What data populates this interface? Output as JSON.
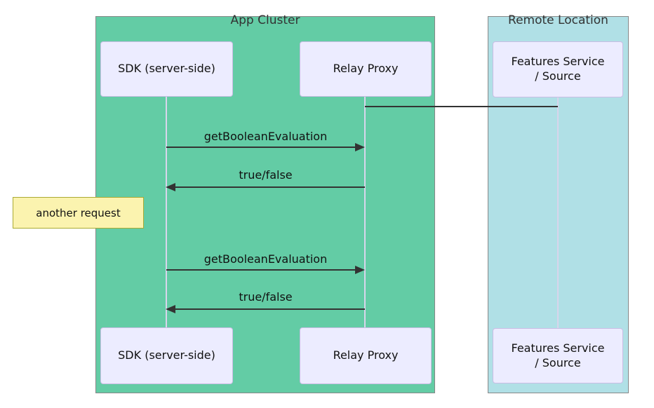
{
  "diagram": {
    "type": "sequence-diagram",
    "clusters": [
      {
        "label": "App Cluster",
        "fill": "#63CCA5",
        "border": "#888888"
      },
      {
        "label": "Remote Location",
        "fill": "#B0E0E6",
        "border": "#888888"
      }
    ],
    "participants": [
      {
        "id": "sdk",
        "label": "SDK (server-side)"
      },
      {
        "id": "relay-proxy",
        "label": "Relay Proxy"
      },
      {
        "id": "features-service",
        "label": "Features Service\n/ Source"
      }
    ],
    "messages": [
      {
        "from": "relay-proxy",
        "to": "features-service",
        "label": "",
        "kind": "connection-line"
      },
      {
        "from": "sdk",
        "to": "relay-proxy",
        "label": "getBooleanEvaluation",
        "kind": "solid-arrow"
      },
      {
        "from": "relay-proxy",
        "to": "sdk",
        "label": "true/false",
        "kind": "solid-arrow"
      },
      {
        "from": "sdk",
        "to": "relay-proxy",
        "label": "getBooleanEvaluation",
        "kind": "solid-arrow"
      },
      {
        "from": "relay-proxy",
        "to": "sdk",
        "label": "true/false",
        "kind": "solid-arrow"
      }
    ],
    "note": {
      "label": "another request",
      "fill": "#FBF3AF",
      "border": "#AAAA33"
    },
    "colors": {
      "canvas_bg": "#FFFFFF",
      "actor_fill": "#ECECFF",
      "actor_border": "#C9BDE4",
      "lifeline": "#D8D5EC",
      "message_line": "#333333",
      "text": "#111111",
      "cluster_title": "#333333",
      "cluster_border": "#888888"
    }
  }
}
